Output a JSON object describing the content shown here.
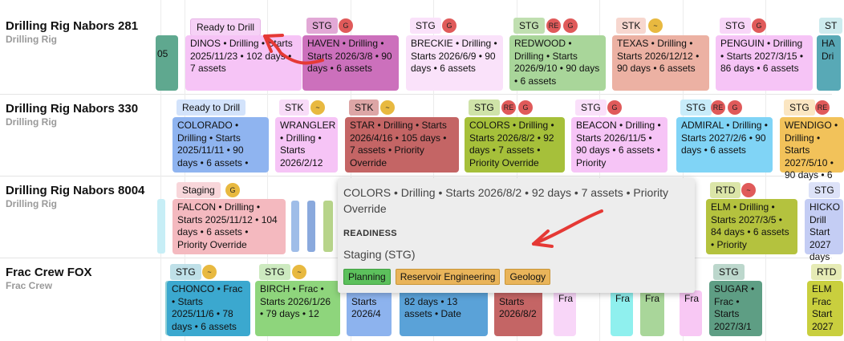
{
  "rows": [
    {
      "title": "Drilling Rig Nabors 281",
      "subtitle": "Drilling Rig"
    },
    {
      "title": "Drilling Rig Nabors 330",
      "subtitle": "Drilling Rig"
    },
    {
      "title": "Drilling Rig Nabors 8004",
      "subtitle": "Drilling Rig"
    },
    {
      "title": "Frac Crew FOX",
      "subtitle": "Frac Crew"
    }
  ],
  "row1": {
    "edge_text": "05",
    "tag_dinos": "Ready to Drill",
    "card_dinos": "DINOS • Drilling • Starts 2025/11/23 • 102 days • 7 assets",
    "tag_haven": "STG",
    "badge_haven": "G",
    "card_haven": "HAVEN • Drilling • Starts 2026/3/8 • 90 days • 6 assets",
    "tag_breckie": "STG",
    "badge_breckie": "G",
    "card_breckie": "BRECKIE • Drilling • Starts 2026/6/9 • 90 days • 6 assets",
    "tag_redwood": "STG",
    "badge_redwood_1": "RE",
    "badge_redwood_2": "G",
    "card_redwood": "REDWOOD • Drilling • Starts 2026/9/10 • 90 days • 6 assets",
    "tag_texas": "STK",
    "badge_texas": "~",
    "card_texas": "TEXAS • Drilling • Starts 2026/12/12 • 90 days • 6 assets",
    "tag_penguin": "STG",
    "badge_penguin": "G",
    "card_penguin": "PENGUIN • Drilling • Starts 2027/3/15 • 86 days • 6 assets",
    "tag_edge": "ST",
    "card_edge": "HA Dri"
  },
  "row2": {
    "tag_colorado": "Ready to Drill",
    "card_colorado": "COLORADO • Drilling • Starts 2025/11/11 • 90 days • 6 assets •",
    "tag_wrangler": "STK",
    "badge_wrangler": "~",
    "card_wrangler": "WRANGLER • Drilling • Starts 2026/2/12",
    "tag_star": "STK",
    "badge_star": "~",
    "card_star": "STAR • Drilling • Starts 2026/4/16 • 105 days • 7 assets • Priority Override",
    "tag_colors": "STG",
    "badge_colors_1": "RE",
    "badge_colors_2": "G",
    "card_colors": "COLORS • Drilling • Starts 2026/8/2 • 92 days • 7 assets • Priority Override",
    "tag_beacon": "STG",
    "badge_beacon": "G",
    "card_beacon": "BEACON • Drilling • Starts 2026/11/5 • 90 days • 6 assets • Priority",
    "tag_admiral": "STG",
    "badge_admiral_1": "RE",
    "badge_admiral_2": "G",
    "card_admiral": "ADMIRAL • Drilling • Starts 2027/2/6 • 90 days • 6 assets",
    "tag_wendigo": "STG",
    "badge_wendigo": "RE",
    "card_wendigo": "WENDIGO • Drilling • Starts 2027/5/10 • 90 days • 6"
  },
  "row3": {
    "tag_falcon": "Staging",
    "badge_falcon": "G",
    "card_falcon": "FALCON • Drilling • Starts 2025/11/12 • 104 days • 6 assets • Priority Override",
    "tag_elm": "RTD",
    "badge_elm": "~",
    "card_elm": "ELM • Drilling • Starts 2027/3/5 • 84 days • 6 assets • Priority",
    "tag_hick": "STG",
    "card_hick": "HICKO Drill Start 2027 days"
  },
  "row4": {
    "tag_chonco": "STG",
    "badge_chonco": "~",
    "card_chonco": "CHONCO • Frac • Starts 2025/11/6 • 78 days • 6 assets",
    "tag_birch": "STG",
    "badge_birch": "~",
    "card_birch": "BIRCH • Frac • Starts 2026/1/26 • 79 days • 12",
    "card_frac1": "• Frac • Starts 2026/4",
    "card_frac2": "Starts 2026/6/4 • 82 days • 13 assets • Date",
    "card_frac3": "Frac • Starts 2026/8/2",
    "card_fra1": "Fra",
    "card_fra2": "Fra",
    "card_fra3": "Fra",
    "card_fra4": "Fra",
    "tag_sugar": "STG",
    "card_sugar": "SUGAR • Frac • Starts 2027/3/1",
    "tag_elm2": "RTD",
    "card_elm2": "ELM Frac Start 2027"
  },
  "tooltip": {
    "summary": "COLORS • Drilling • Starts 2026/8/2 • 92 days • 7 assets • Priority Override",
    "heading": "READINESS",
    "status": "Staging (STG)",
    "chips": [
      "Planning",
      "Reservoir Engineering",
      "Geology"
    ]
  },
  "colors": {
    "annotation": "#e53935",
    "chip_planning": "#5cc05c",
    "chip_other": "#e9b45a"
  }
}
